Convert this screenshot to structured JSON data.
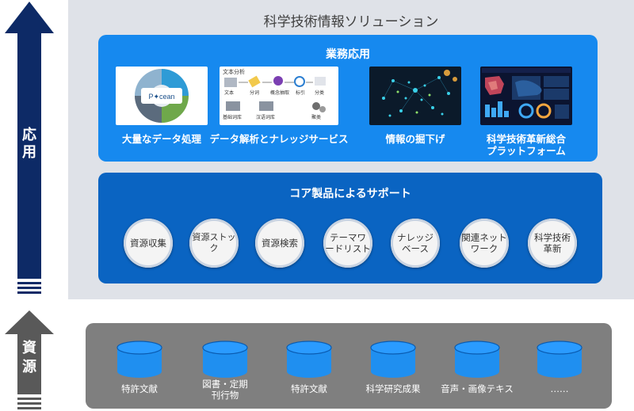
{
  "title": "科学技術情報ソリューション",
  "left_labels": {
    "application": "応用",
    "resources": "資源"
  },
  "business": {
    "title": "業務応用",
    "apps": [
      {
        "label": "大量なデータ処理",
        "thumb": "data-processing-image",
        "logo_text": "P✦cean"
      },
      {
        "label": "データ解析とナレッジサービス",
        "thumb": "text-analysis-flow-image",
        "thumb_texts": [
          "文本分析",
          "文本",
          "分词",
          "概念抽取",
          "标引",
          "分类",
          "基础词库",
          "汉语词库",
          "聚类"
        ]
      },
      {
        "label": "情報の掘下げ",
        "thumb": "network-graph-image"
      },
      {
        "label": "科学技術革新総合\nプラットフォーム",
        "thumb": "dashboard-image"
      }
    ]
  },
  "core": {
    "title": "コア製品によるサポート",
    "products": [
      "資源収集",
      "資源ストック",
      "資源検索",
      "テーマワ\nードリスト",
      "ナレッジ\nベース",
      "関連ネット\nワーク",
      "科学技術\n革新"
    ]
  },
  "resources": {
    "items": [
      "特許文献",
      "図書・定期\n刊行物",
      "特許文献",
      "科学研究成果",
      "音声・画像テキス",
      "……"
    ]
  },
  "colors": {
    "panel_gray": "#dfe2e8",
    "business_blue": "#1689ef",
    "core_blue": "#0a64c2",
    "arrow_navy": "#0d2a66",
    "resource_gray": "#7f7f7f",
    "cylinder_blue": "#1f8ff0"
  }
}
